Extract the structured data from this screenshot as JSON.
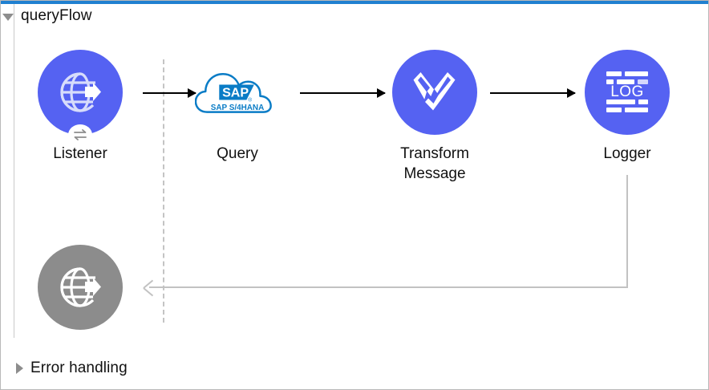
{
  "window": {
    "accent_color": "#2080d0",
    "background": "#ffffff",
    "border_color": "#b9b9b9"
  },
  "regions": [
    {
      "name": "queryFlow",
      "title": "queryFlow",
      "expanded": true,
      "toggle_icon": "triangle-down-icon"
    },
    {
      "name": "error-handling",
      "title": "Error handling",
      "expanded": false,
      "toggle_icon": "triangle-right-icon"
    }
  ],
  "flow": {
    "node_color": "#5562f2",
    "disabled_node_color": "#8c8c8c",
    "connector_color": "#000000",
    "return_path_color": "#c2c2c2",
    "divider_color": "#c4c4c4",
    "nodes": [
      {
        "id": "listener",
        "label": "Listener",
        "icon": "globe-arrow-icon",
        "badge_icon": "bidirectional-arrows-icon",
        "state": "enabled",
        "color": "#5562f2"
      },
      {
        "id": "query",
        "label": "Query",
        "icon": "sap-s4hana-cloud-icon",
        "icon_text": "SAP",
        "icon_subtext": "SAP  S/4HANA",
        "icon_registered_mark": "®",
        "state": "enabled",
        "color": "#0a7cc6"
      },
      {
        "id": "transform-message",
        "label": "Transform\nMessage",
        "icon": "transform-message-icon",
        "state": "enabled",
        "color": "#5562f2"
      },
      {
        "id": "logger",
        "label": "Logger",
        "icon": "log-lines-icon",
        "icon_text": "LOG",
        "state": "enabled",
        "color": "#5562f2"
      },
      {
        "id": "response",
        "label": "",
        "icon": "globe-arrow-icon",
        "state": "disabled",
        "color": "#8c8c8c"
      }
    ],
    "connectors": [
      {
        "from": "listener",
        "to": "query",
        "style": "solid-arrow"
      },
      {
        "from": "query",
        "to": "transform-message",
        "style": "solid-arrow"
      },
      {
        "from": "transform-message",
        "to": "logger",
        "style": "solid-arrow"
      },
      {
        "from": "logger",
        "to": "response",
        "style": "return-path"
      }
    ]
  }
}
